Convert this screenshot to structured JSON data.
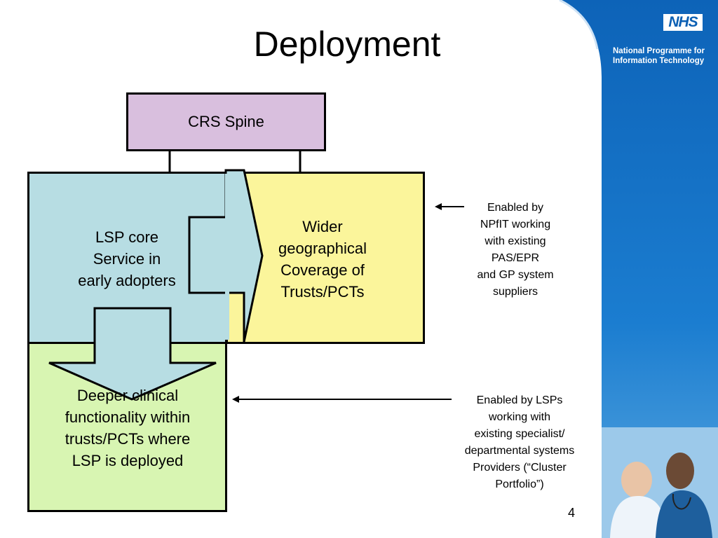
{
  "header": {
    "title": "Deployment",
    "logo_text": "NHS",
    "programme_lines": [
      "National Programme for",
      "Information Technology"
    ]
  },
  "diagram": {
    "crs_spine": "CRS Spine",
    "lsp_core_lines": [
      "LSP core",
      "Service in",
      "early adopters"
    ],
    "wider_lines": [
      "Wider",
      "geographical",
      "Coverage of",
      "Trusts/PCTs"
    ],
    "deeper_lines": [
      "Deeper clinical",
      "functionality within",
      "trusts/PCTs where",
      "LSP is deployed"
    ]
  },
  "notes": {
    "top_lines": [
      "Enabled by",
      "NPfIT working",
      "with existing",
      "PAS/EPR",
      "and GP system",
      "suppliers"
    ],
    "bottom_lines": [
      "Enabled by LSPs",
      "working with",
      "existing specialist/",
      "departmental systems",
      "Providers (“Cluster",
      "Portfolio”)"
    ]
  },
  "footer": {
    "page_number": "4"
  },
  "colors": {
    "brand_blue": "#0b5fb3",
    "crs_fill": "#d9bfde",
    "lsp_fill": "#b7dde3",
    "wider_fill": "#fbf59b",
    "deeper_fill": "#d8f5b2"
  },
  "images": {
    "photo": "two-clinicians-photo"
  }
}
